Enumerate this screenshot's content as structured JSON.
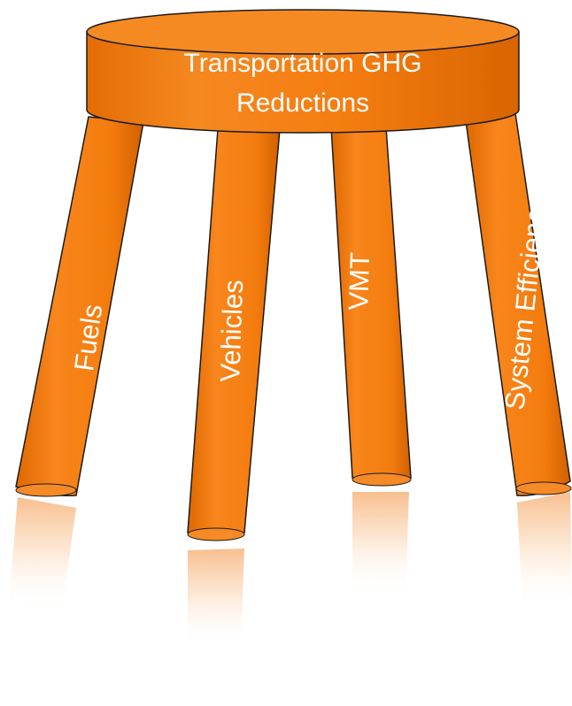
{
  "seat": {
    "line1": "Transportation GHG",
    "line2": "Reductions"
  },
  "legs": [
    {
      "id": "fuels",
      "label": "Fuels"
    },
    {
      "id": "vehicles",
      "label": "Vehicles"
    },
    {
      "id": "vmt",
      "label": "VMT"
    },
    {
      "id": "system-efficiency",
      "label": "System Efficiency"
    }
  ],
  "colors": {
    "orange": "#f57e12",
    "orange_dark": "#c95f00",
    "orange_light": "#ff9a3a",
    "outline": "#1a1a1a",
    "text": "#ffffff"
  }
}
